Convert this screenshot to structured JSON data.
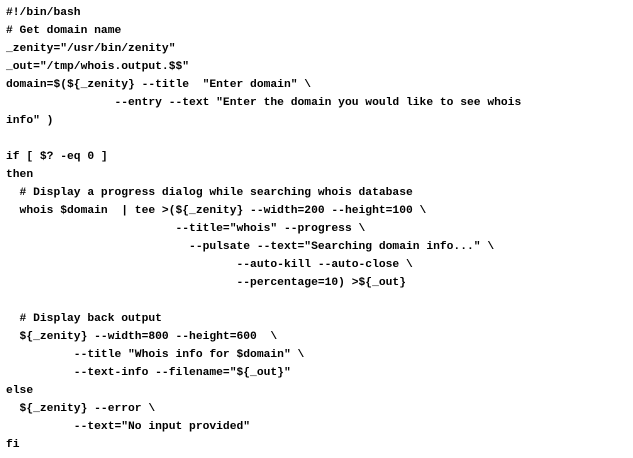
{
  "script": {
    "lines": [
      "#!/bin/bash",
      "# Get domain name",
      "_zenity=\"/usr/bin/zenity\"",
      "_out=\"/tmp/whois.output.$$\"",
      "domain=$(${_zenity} --title  \"Enter domain\" \\",
      "                --entry --text \"Enter the domain you would like to see whois",
      "info\" )",
      "",
      "if [ $? -eq 0 ]",
      "then",
      "  # Display a progress dialog while searching whois database",
      "  whois $domain  | tee >(${_zenity} --width=200 --height=100 \\",
      "                         --title=\"whois\" --progress \\",
      "                           --pulsate --text=\"Searching domain info...\" \\",
      "                                  --auto-kill --auto-close \\",
      "                                  --percentage=10) >${_out}",
      "",
      "  # Display back output",
      "  ${_zenity} --width=800 --height=600  \\",
      "          --title \"Whois info for $domain\" \\",
      "          --text-info --filename=\"${_out}\"",
      "else",
      "  ${_zenity} --error \\",
      "          --text=\"No input provided\"",
      "fi"
    ]
  }
}
